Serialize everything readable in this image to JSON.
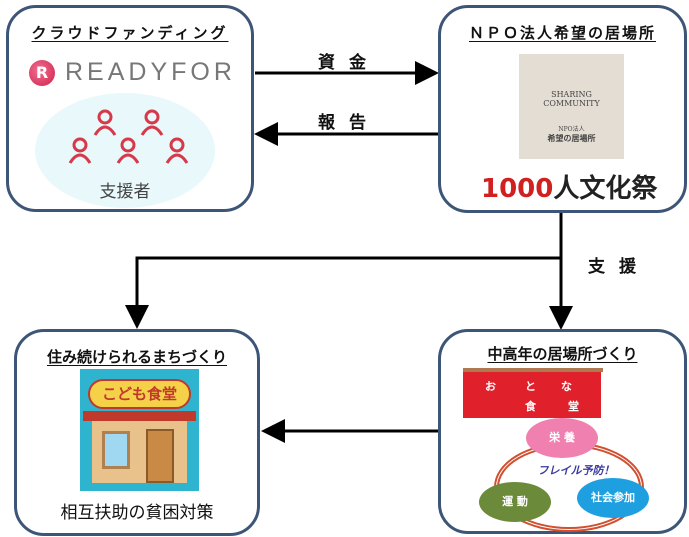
{
  "boxes": {
    "crowdfunding": {
      "title": "クラウドファンディング",
      "logo": "READYFOR",
      "supporters_label": "支援者"
    },
    "npo": {
      "title": "ＮＰＯ法人希望の居場所",
      "logo_text_1": "SHARING",
      "logo_text_2": "COMMUNITY",
      "logo_text_3": "NPO法人",
      "logo_text_4": "希望の居場所",
      "festival_num": "1000",
      "festival_text": "人文化祭"
    },
    "community": {
      "title": "住み続けられるまちづくり",
      "sign": "こども食堂",
      "caption": "相互扶助の貧困対策"
    },
    "middle_age": {
      "title": "中高年の居場所づくり",
      "noren": [
        "お",
        "と",
        "な",
        "食",
        "堂"
      ],
      "center": "フレイル予防！",
      "nutrition": "栄 養",
      "exercise": "運 動",
      "social": "社会参加"
    }
  },
  "arrows": {
    "funding": "資金",
    "report": "報告",
    "support": "支援"
  },
  "colors": {
    "border": "#3d5677",
    "accent_red": "#d63a4a",
    "noren": "#e0202a"
  }
}
